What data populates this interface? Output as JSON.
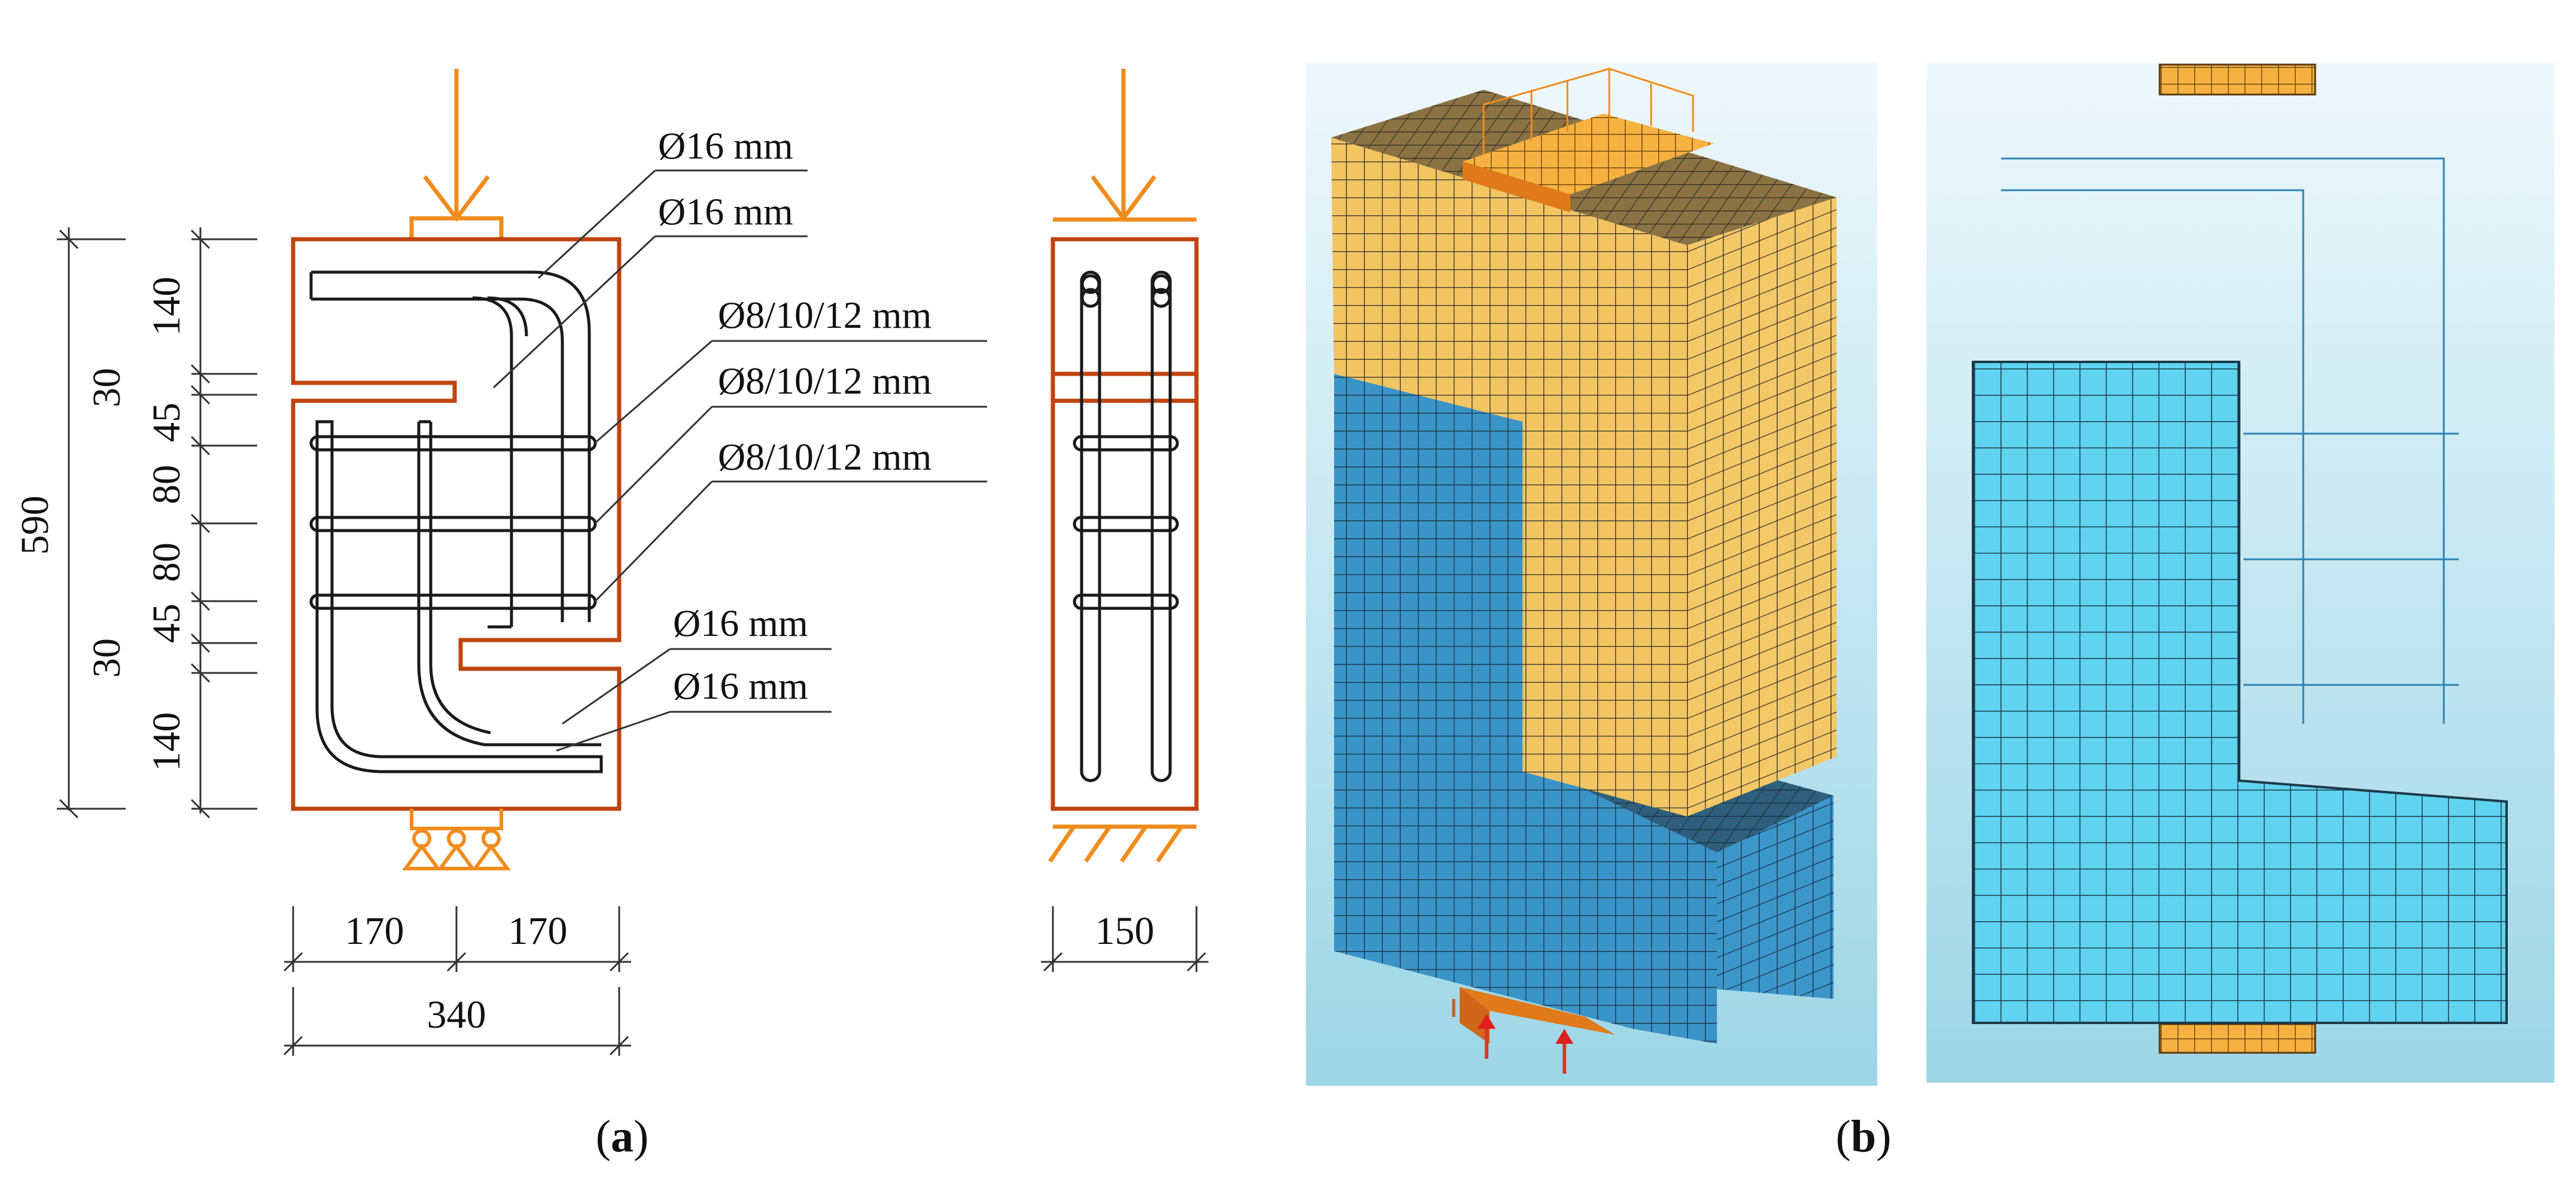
{
  "panel_a": {
    "left_view": {
      "bar_labels": [
        "Ø16 mm",
        "Ø16 mm",
        "Ø8/10/12 mm",
        "Ø8/10/12 mm",
        "Ø8/10/12 mm",
        "Ø16 mm",
        "Ø16 mm"
      ],
      "vertical_dims": [
        "140",
        "30",
        "45",
        "80",
        "80",
        "45",
        "30",
        "140"
      ],
      "total_height": "590",
      "horizontal_dims": [
        "170",
        "170"
      ],
      "total_width": "340"
    },
    "side_view": {
      "width_dim": "150"
    },
    "caption": {
      "open": "(",
      "letter": "a",
      "close": ")"
    }
  },
  "panel_b": {
    "caption": {
      "open": "(",
      "letter": "b",
      "close": ")"
    }
  },
  "colors": {
    "concrete_outline": "#c0440e",
    "load_arrow": "#f08c1c",
    "rebar": "#1a1a1a",
    "mesh_yellow": "#f2c462",
    "mesh_blue": "#3a94c7",
    "mesh_light_blue": "#5fd3ef",
    "plate_orange": "#f6b140",
    "bg_gradient_top": "#eaf6fb",
    "bg_gradient_bottom": "#9fd8e8"
  }
}
